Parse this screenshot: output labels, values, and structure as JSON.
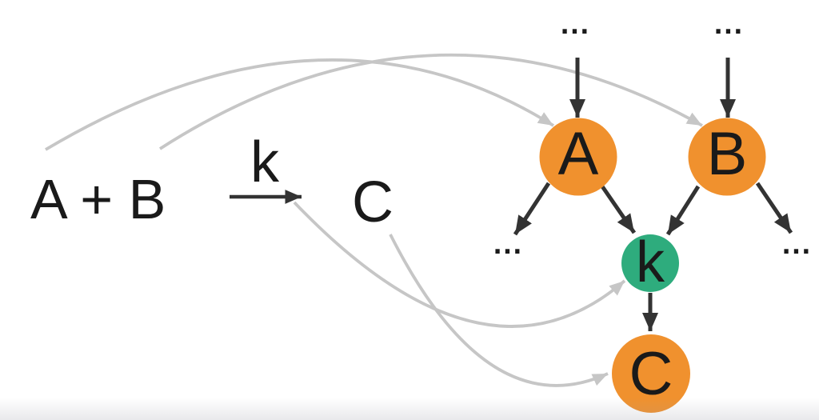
{
  "equation": {
    "reactants": "A + B",
    "rate_constant": "k",
    "product": "C"
  },
  "network": {
    "node_a_label": "A",
    "node_b_label": "B",
    "node_k_label": "k",
    "node_c_label": "C",
    "ellipsis_above_a": "...",
    "ellipsis_above_b": "...",
    "ellipsis_below_left": "...",
    "ellipsis_below_right": "..."
  },
  "colors": {
    "species_node": "#F0912E",
    "rate_node": "#2EAC7D",
    "graph_edge": "#333333",
    "mapping_curve": "#C6C6C6",
    "text": "#1A1A1A"
  }
}
